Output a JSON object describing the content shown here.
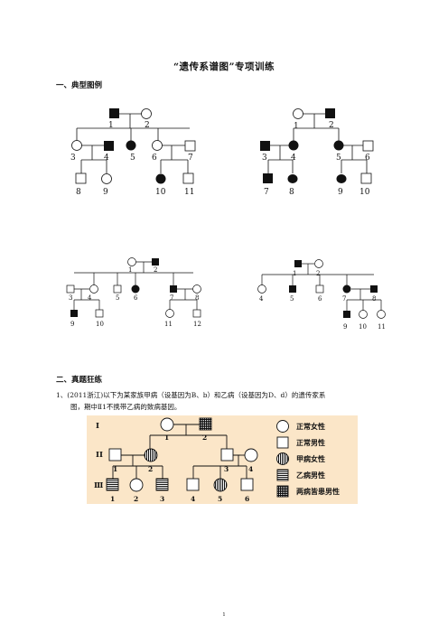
{
  "title": "“遗传系谱图”专项训练",
  "section1": "一、典型图例",
  "section2": "二、真题狂练",
  "question1": {
    "line1": "1、(2011浙江)以下为某家族甲病（设基因为B、b）和乙病（设基因为D、d）的遗传家系",
    "line2": "图，期中Ⅱ1不携带乙病的致病基因。"
  },
  "page_number": "1",
  "pedigree1": {
    "labels": [
      "1",
      "2",
      "3",
      "4",
      "5",
      "6",
      "7",
      "8",
      "9",
      "10",
      "11"
    ]
  },
  "pedigree2": {
    "labels": [
      "1",
      "2",
      "3",
      "4",
      "5",
      "6",
      "7",
      "8",
      "9",
      "10"
    ]
  },
  "pedigree3": {
    "labels": [
      "1",
      "2",
      "3",
      "4",
      "5",
      "6",
      "7",
      "8",
      "9",
      "10",
      "11",
      "12"
    ]
  },
  "pedigree4": {
    "labels": [
      "1",
      "2",
      "4",
      "5",
      "6",
      "7",
      "8",
      "9",
      "10",
      "11"
    ]
  },
  "pedigree5": {
    "generations": [
      "I",
      "II",
      "Ⅲ"
    ],
    "labels": [
      "1",
      "2",
      "1",
      "2",
      "3",
      "4",
      "1",
      "2",
      "3",
      "4",
      "5",
      "6"
    ],
    "legend": [
      "正常女性",
      "正常男性",
      "甲病女性",
      "乙病男性",
      "两病皆患男性"
    ]
  },
  "colors": {
    "legend_bg": "#fbe6c8",
    "symbol": "#111111"
  }
}
